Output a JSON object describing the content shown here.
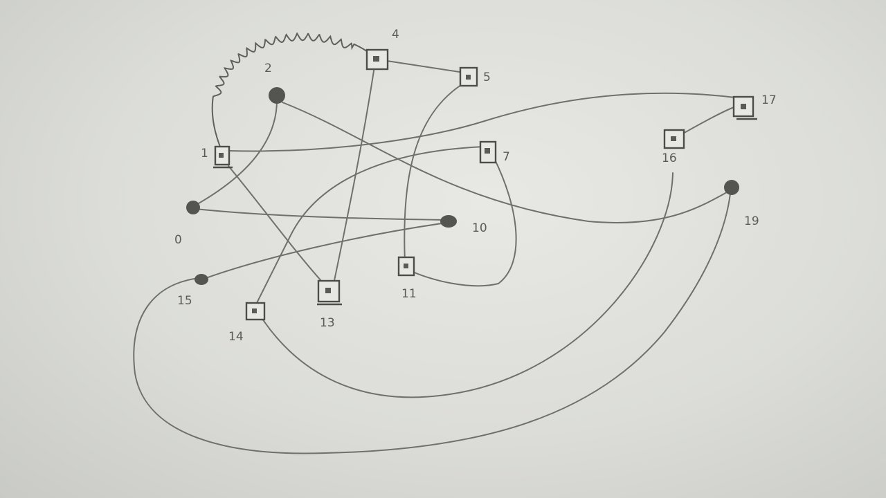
{
  "diagram": {
    "nodes": [
      {
        "id": "0",
        "label": "0",
        "shape": "dot"
      },
      {
        "id": "1",
        "label": "1",
        "shape": "box"
      },
      {
        "id": "2",
        "label": "2",
        "shape": "dot"
      },
      {
        "id": "4",
        "label": "4",
        "shape": "box"
      },
      {
        "id": "5",
        "label": "5",
        "shape": "box"
      },
      {
        "id": "7",
        "label": "7",
        "shape": "box"
      },
      {
        "id": "10",
        "label": "10",
        "shape": "dot"
      },
      {
        "id": "11",
        "label": "11",
        "shape": "box"
      },
      {
        "id": "13",
        "label": "13",
        "shape": "box"
      },
      {
        "id": "14",
        "label": "14",
        "shape": "box"
      },
      {
        "id": "15",
        "label": "15",
        "shape": "dot"
      },
      {
        "id": "16",
        "label": "16",
        "shape": "box"
      },
      {
        "id": "17",
        "label": "17",
        "shape": "box"
      },
      {
        "id": "19",
        "label": "19",
        "shape": "dot"
      }
    ],
    "edges": [
      {
        "from": "1",
        "to": "4",
        "style": "coil"
      },
      {
        "from": "4",
        "to": "5",
        "style": "line"
      },
      {
        "from": "4",
        "to": "13",
        "style": "line"
      },
      {
        "from": "5",
        "to": "11",
        "style": "line"
      },
      {
        "from": "2",
        "to": "0",
        "style": "line"
      },
      {
        "from": "2",
        "to": "19",
        "style": "line"
      },
      {
        "from": "1",
        "to": "17",
        "style": "line"
      },
      {
        "from": "1",
        "to": "13",
        "style": "line"
      },
      {
        "from": "0",
        "to": "10",
        "style": "line"
      },
      {
        "from": "7",
        "to": "14",
        "style": "line"
      },
      {
        "from": "7",
        "to": "11",
        "style": "line"
      },
      {
        "from": "10",
        "to": "15",
        "style": "line"
      },
      {
        "from": "16",
        "to": "17",
        "style": "line"
      },
      {
        "from": "16",
        "to": "14",
        "style": "line"
      },
      {
        "from": "15",
        "to": "19",
        "style": "line"
      }
    ]
  }
}
